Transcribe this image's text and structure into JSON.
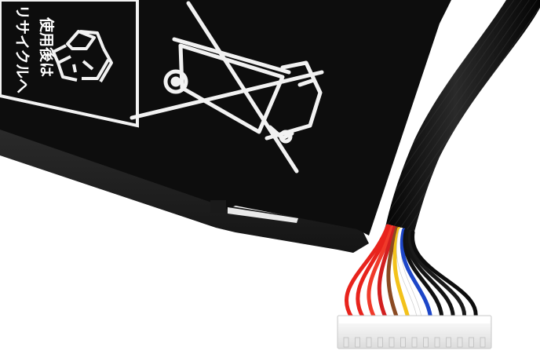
{
  "image": {
    "subject": "laptop-battery-with-connector-cable",
    "colors": {
      "background": "#ffffff",
      "battery_top": "#0d0d0d",
      "battery_side": "#1f1f1f",
      "print": "#f2f2f2",
      "cable_sleeve": "#111111",
      "connector": "#f4f4f4"
    }
  },
  "label": {
    "line_1": "使用後は",
    "line_2": "リサイクルへ"
  },
  "symbols": {
    "recycle": "recycle-icon",
    "weee": "crossed-out-wheelie-bin-icon"
  },
  "wires": {
    "colors": [
      "#e8231c",
      "#e8231c",
      "#f03a2a",
      "#d21f1f",
      "#8a4a22",
      "#f3c21a",
      "#ffffff",
      "#1d46c8",
      "#111111",
      "#141414",
      "#1a1a1a",
      "#0d0d0d"
    ]
  }
}
